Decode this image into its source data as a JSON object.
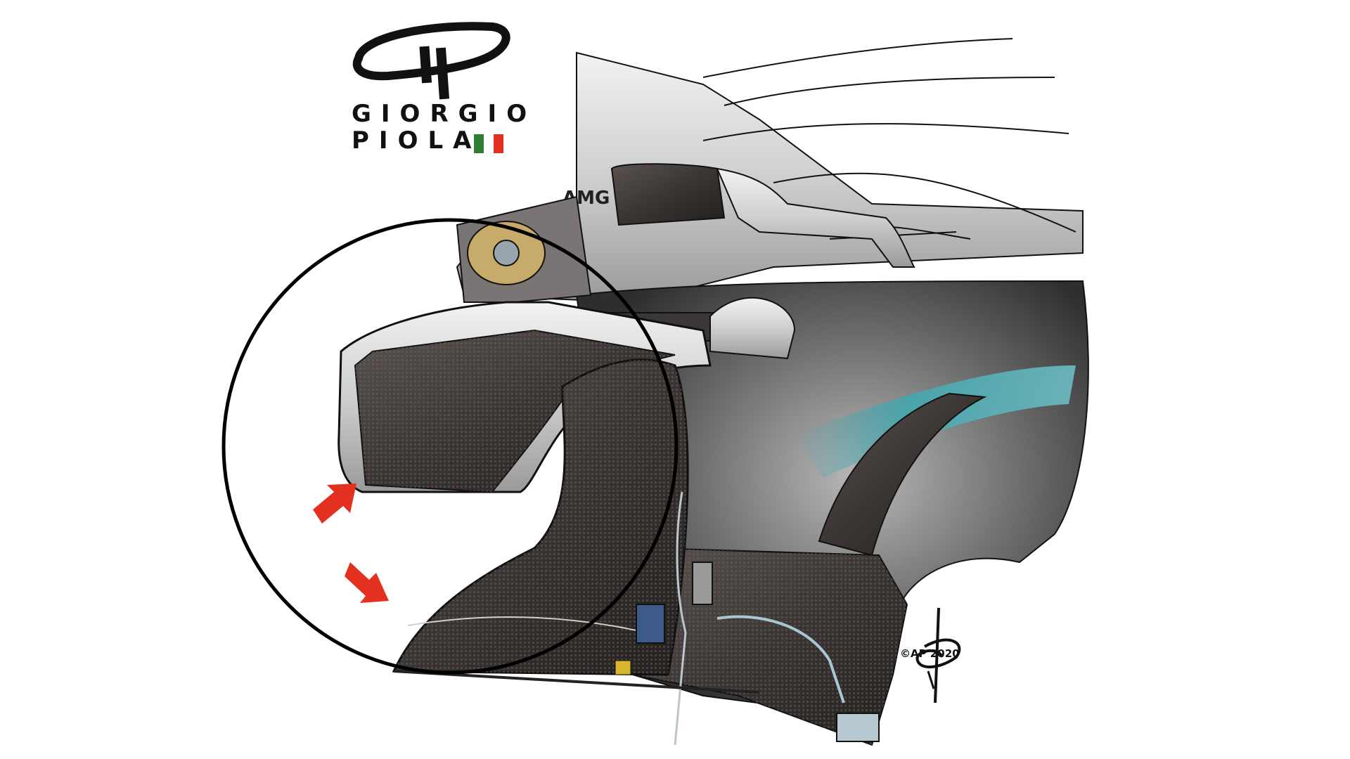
{
  "artwork": {
    "subject": "Formula 1 car sidepod and bargeboard technical illustration",
    "highlight": "circled front bargeboard / sidepod deflector area",
    "annotations": [
      {
        "type": "arrow",
        "color": "#e4301f",
        "direction": "up-right"
      },
      {
        "type": "arrow",
        "color": "#e4301f",
        "direction": "down-right"
      }
    ],
    "highlight_circle_color": "#000000",
    "team_marking": "AMG"
  },
  "logo": {
    "word1": "GIORGIO",
    "word2": "PIOLA",
    "flag_colors": [
      "#2e7d32",
      "#ffffff",
      "#e4301f"
    ]
  },
  "signature": {
    "text": "©AP 2020"
  },
  "colors": {
    "background": "#ffffff",
    "carbon": "#3a3533",
    "silver": "#c9c9c9",
    "teal_accent": "#3fa7b0",
    "outline": "#111111"
  }
}
